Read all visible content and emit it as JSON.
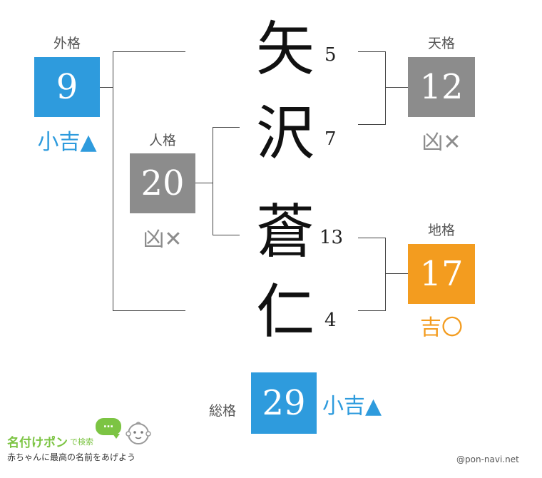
{
  "colors": {
    "kichi_blue": "#2e9bdd",
    "kyo_gray": "#8c8c8c",
    "kichi_orange": "#f39c1f",
    "logo_green": "#7cc443"
  },
  "characters": [
    {
      "kanji": "矢",
      "strokes": "5"
    },
    {
      "kanji": "沢",
      "strokes": "7"
    },
    {
      "kanji": "蒼",
      "strokes": "13"
    },
    {
      "kanji": "仁",
      "strokes": "4"
    }
  ],
  "gaikaku": {
    "label": "外格",
    "value": "9",
    "verdict": "小吉▲"
  },
  "jinkaku": {
    "label": "人格",
    "value": "20",
    "verdict": "凶✕"
  },
  "tenkaku": {
    "label": "天格",
    "value": "12",
    "verdict": "凶✕"
  },
  "chikaku": {
    "label": "地格",
    "value": "17",
    "verdict": "吉〇"
  },
  "soukaku": {
    "label": "総格",
    "value": "29",
    "verdict": "小吉▲"
  },
  "footer": {
    "logo_name": "名付けポン",
    "logo_search": "で検索",
    "bubble": "…",
    "tagline": "赤ちゃんに最高の名前をあげよう",
    "credit": "@pon-navi.net"
  }
}
